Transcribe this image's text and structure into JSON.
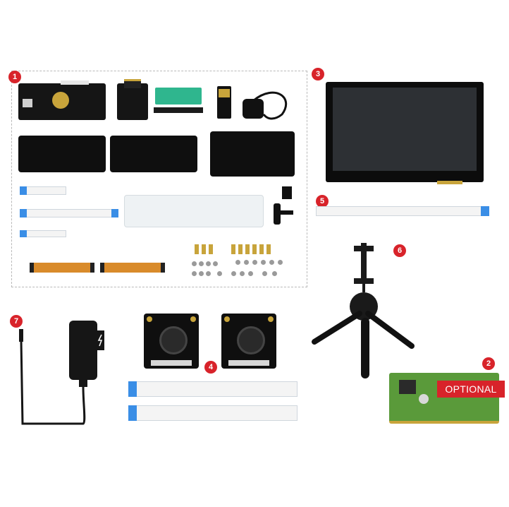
{
  "badges": [
    "1",
    "2",
    "3",
    "4",
    "5",
    "6",
    "7"
  ],
  "optional_label": "OPTIONAL",
  "colors": {
    "badge": "#d8232a",
    "fpc_tip": "#3a8ee6",
    "pcb_green": "#5a9a3a",
    "flex_cable": "#d98b2b"
  }
}
